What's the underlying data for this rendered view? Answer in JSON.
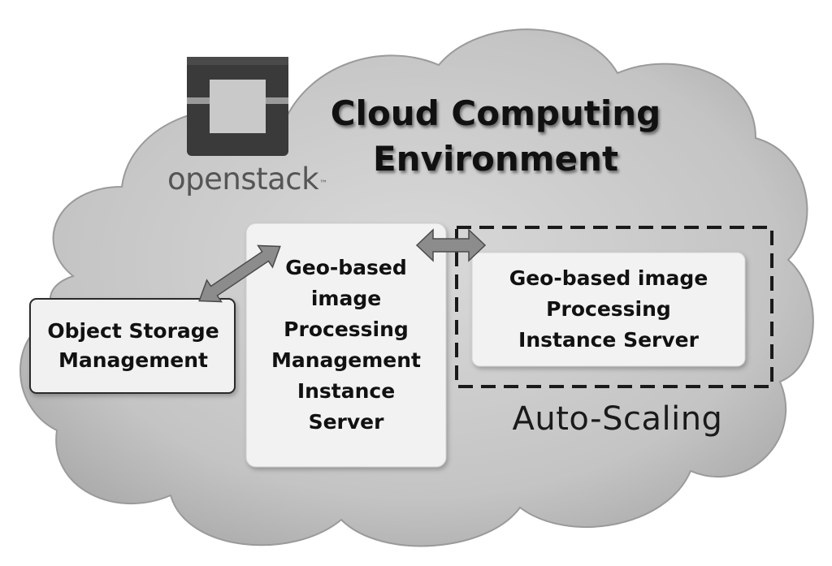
{
  "title": {
    "line1": "Cloud Computing",
    "line2": "Environment"
  },
  "logo": {
    "wordmark": "openstack",
    "trademark": "™",
    "icon": "openstack-logo-icon"
  },
  "nodes": {
    "object_storage": {
      "line1": "Object Storage",
      "line2": "Management"
    },
    "management_server": {
      "line1": "Geo-based",
      "line2": "image",
      "line3": "Processing",
      "line4": "Management",
      "line5": "Instance",
      "line6": "Server"
    },
    "instance_server": {
      "line1": "Geo-based image",
      "line2": "Processing",
      "line3": "Instance Server"
    }
  },
  "group": {
    "label": "Auto-Scaling"
  },
  "colors": {
    "cloud_fill": "#c2c2c2",
    "cloud_edge": "#8f8f8f",
    "box_fill": "#f1f1f1",
    "arrow_fill": "#8c8c8c",
    "text": "#111111"
  }
}
